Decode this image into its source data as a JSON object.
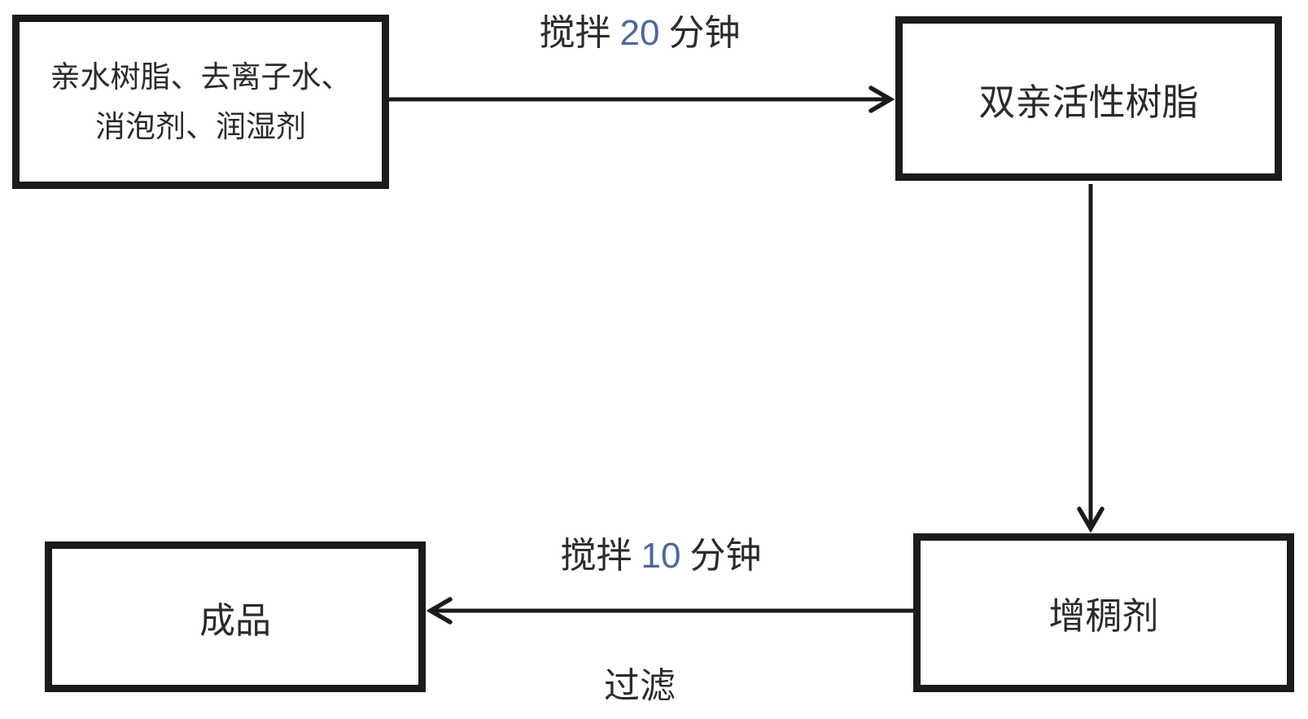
{
  "diagram": {
    "type": "process-flowchart",
    "colors": {
      "background": "#ffffff",
      "line": "#1b1b1b",
      "text": "#2b2b2b",
      "number_accent": "#4c6899"
    },
    "nodes": {
      "ingredients": {
        "line1": "亲水树脂、去离子水、",
        "line2": "消泡剂、润湿剂"
      },
      "amphiphilic_resin": {
        "label": "双亲活性树脂"
      },
      "thickener": {
        "label": "增稠剂"
      },
      "final_product": {
        "label": "成品"
      }
    },
    "edges": {
      "ingredients_to_resin": {
        "label_prefix": "搅拌",
        "label_number": "20",
        "label_suffix": "分钟"
      },
      "resin_to_thickener": {},
      "thickener_to_product": {
        "label_prefix": "搅拌",
        "label_number": "10",
        "label_suffix": "分钟",
        "label_below": "过滤"
      }
    }
  }
}
